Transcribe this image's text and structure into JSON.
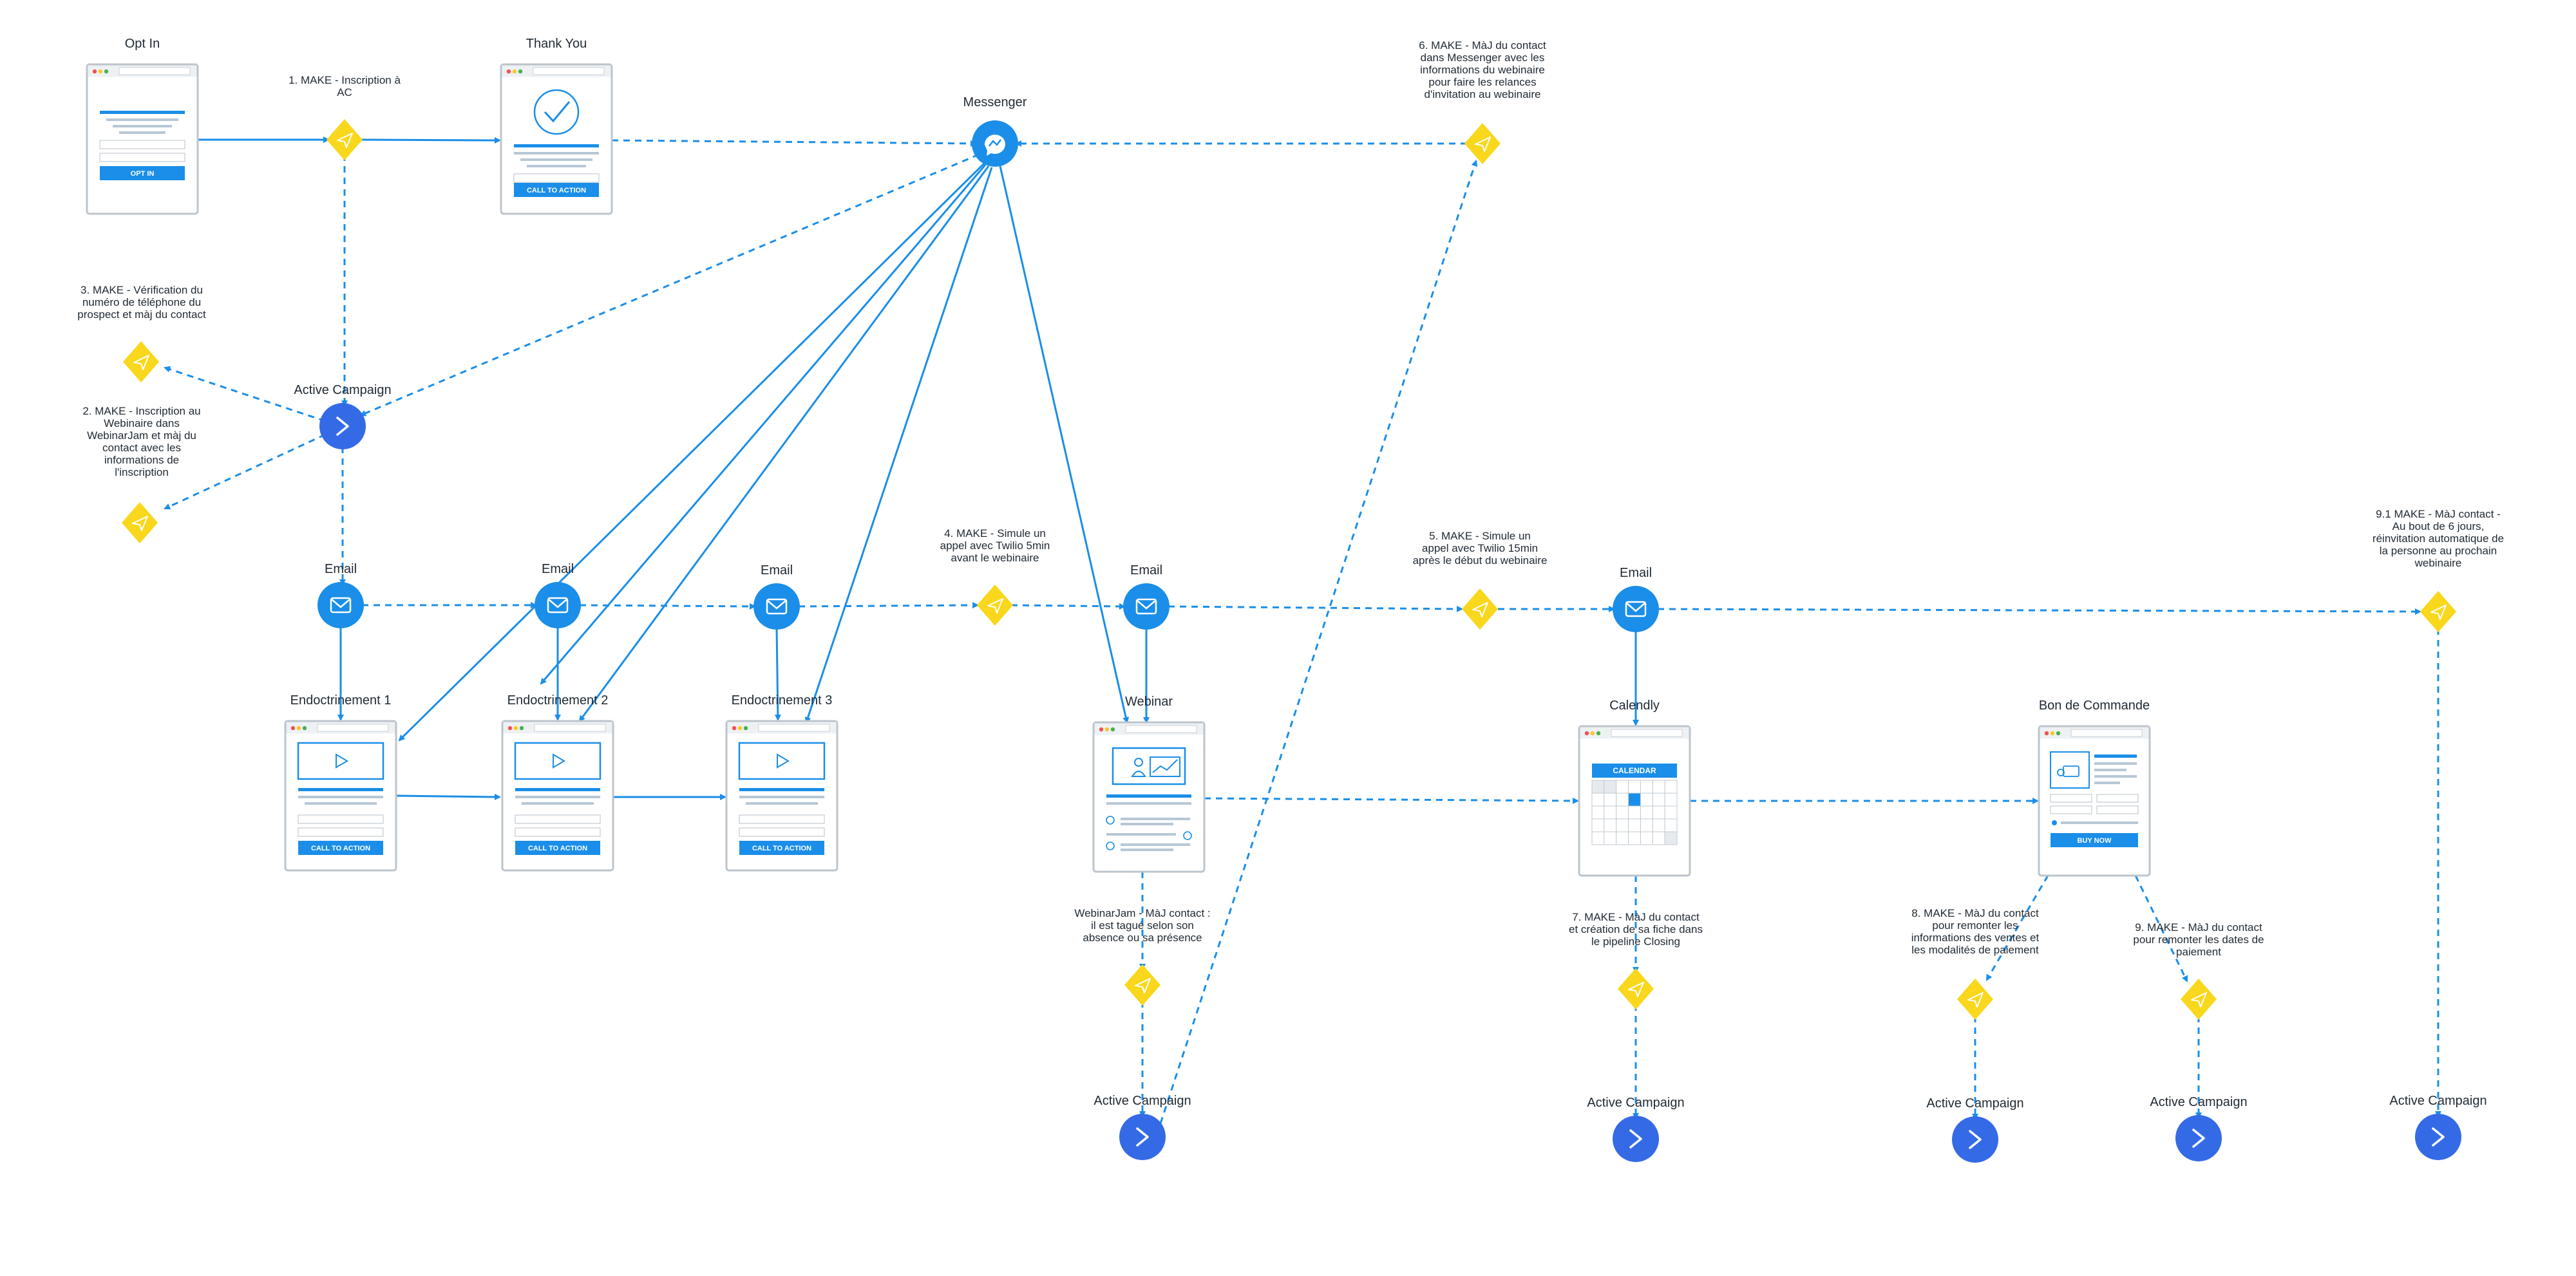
{
  "colors": {
    "blue": "#1a8ee8",
    "ac_blue": "#356ae6",
    "yellow": "#f9d71c",
    "gray": "#bcc4cc",
    "text": "#1f2933"
  },
  "pages": [
    {
      "id": "optin",
      "label": "Opt In",
      "kind": "optin",
      "button": "OPT IN"
    },
    {
      "id": "thankyou",
      "label": "Thank You",
      "kind": "thankyou",
      "button": "CALL TO ACTION"
    },
    {
      "id": "endo1",
      "label": "Endoctrinement 1",
      "kind": "video",
      "button": "CALL TO ACTION"
    },
    {
      "id": "endo2",
      "label": "Endoctrinement 2",
      "kind": "video",
      "button": "CALL TO ACTION"
    },
    {
      "id": "endo3",
      "label": "Endoctrinement 3",
      "kind": "video",
      "button": "CALL TO ACTION"
    },
    {
      "id": "webinar",
      "label": "Webinar",
      "kind": "webinar",
      "button": ""
    },
    {
      "id": "calendly",
      "label": "Calendly",
      "kind": "calendar",
      "button": "CALENDAR"
    },
    {
      "id": "bdc",
      "label": "Bon de Commande",
      "kind": "order",
      "button": "BUY NOW"
    }
  ],
  "nodes": [
    {
      "id": "messenger",
      "kind": "messenger",
      "label": "Messenger"
    },
    {
      "id": "ac_main",
      "kind": "activecampaign",
      "label": "Active Campaign"
    },
    {
      "id": "email1",
      "kind": "email",
      "label": "Email"
    },
    {
      "id": "email2",
      "kind": "email",
      "label": "Email"
    },
    {
      "id": "email3",
      "kind": "email",
      "label": "Email"
    },
    {
      "id": "email4",
      "kind": "email",
      "label": "Email"
    },
    {
      "id": "email5",
      "kind": "email",
      "label": "Email"
    },
    {
      "id": "ac_web",
      "kind": "activecampaign",
      "label": "Active Campaign"
    },
    {
      "id": "ac_cal",
      "kind": "activecampaign",
      "label": "Active Campaign"
    },
    {
      "id": "ac_8",
      "kind": "activecampaign",
      "label": "Active Campaign"
    },
    {
      "id": "ac_9",
      "kind": "activecampaign",
      "label": "Active Campaign"
    },
    {
      "id": "ac_91",
      "kind": "activecampaign",
      "label": "Active Campaign"
    }
  ],
  "makes": [
    {
      "id": "m1",
      "lines": [
        "1. MAKE - Inscription à",
        "AC"
      ]
    },
    {
      "id": "m3",
      "lines": [
        "3. MAKE - Vérification du",
        "numéro de téléphone du",
        "prospect et màj du contact"
      ]
    },
    {
      "id": "m2",
      "lines": [
        "2. MAKE - Inscription au",
        "Webinaire dans",
        "WebinarJam et màj du",
        "contact avec les",
        "informations de",
        "l'inscription"
      ]
    },
    {
      "id": "m6",
      "lines": [
        "6. MAKE - MàJ du contact",
        "dans Messenger avec les",
        "informations du webinaire",
        "pour faire les relances",
        "d'invitation au webinaire"
      ]
    },
    {
      "id": "m4",
      "lines": [
        "4. MAKE - Simule un",
        "appel avec Twilio 5min",
        "avant le webinaire"
      ]
    },
    {
      "id": "m5",
      "lines": [
        "5. MAKE - Simule un",
        "appel avec Twilio 15min",
        "après le début du webinaire"
      ]
    },
    {
      "id": "m91",
      "lines": [
        "9.1 MAKE - MàJ contact -",
        "Au bout de 6 jours,",
        "réinvitation automatique de",
        "la personne au prochain",
        "webinaire"
      ]
    },
    {
      "id": "mwj",
      "lines": [
        "WebinarJam - MàJ contact :",
        "il est tagué selon son",
        "absence ou sa présence"
      ]
    },
    {
      "id": "m7",
      "lines": [
        "7. MAKE - MàJ du contact",
        "et création de sa fiche dans",
        "le pipeline Closing"
      ]
    },
    {
      "id": "m8",
      "lines": [
        "8. MAKE - MàJ du contact",
        "pour remonter les",
        "informations des ventes et",
        "les modalités de paiement"
      ]
    },
    {
      "id": "m9",
      "lines": [
        "9. MAKE - MàJ du contact",
        "pour remonter les dates de",
        "paiement"
      ]
    }
  ]
}
